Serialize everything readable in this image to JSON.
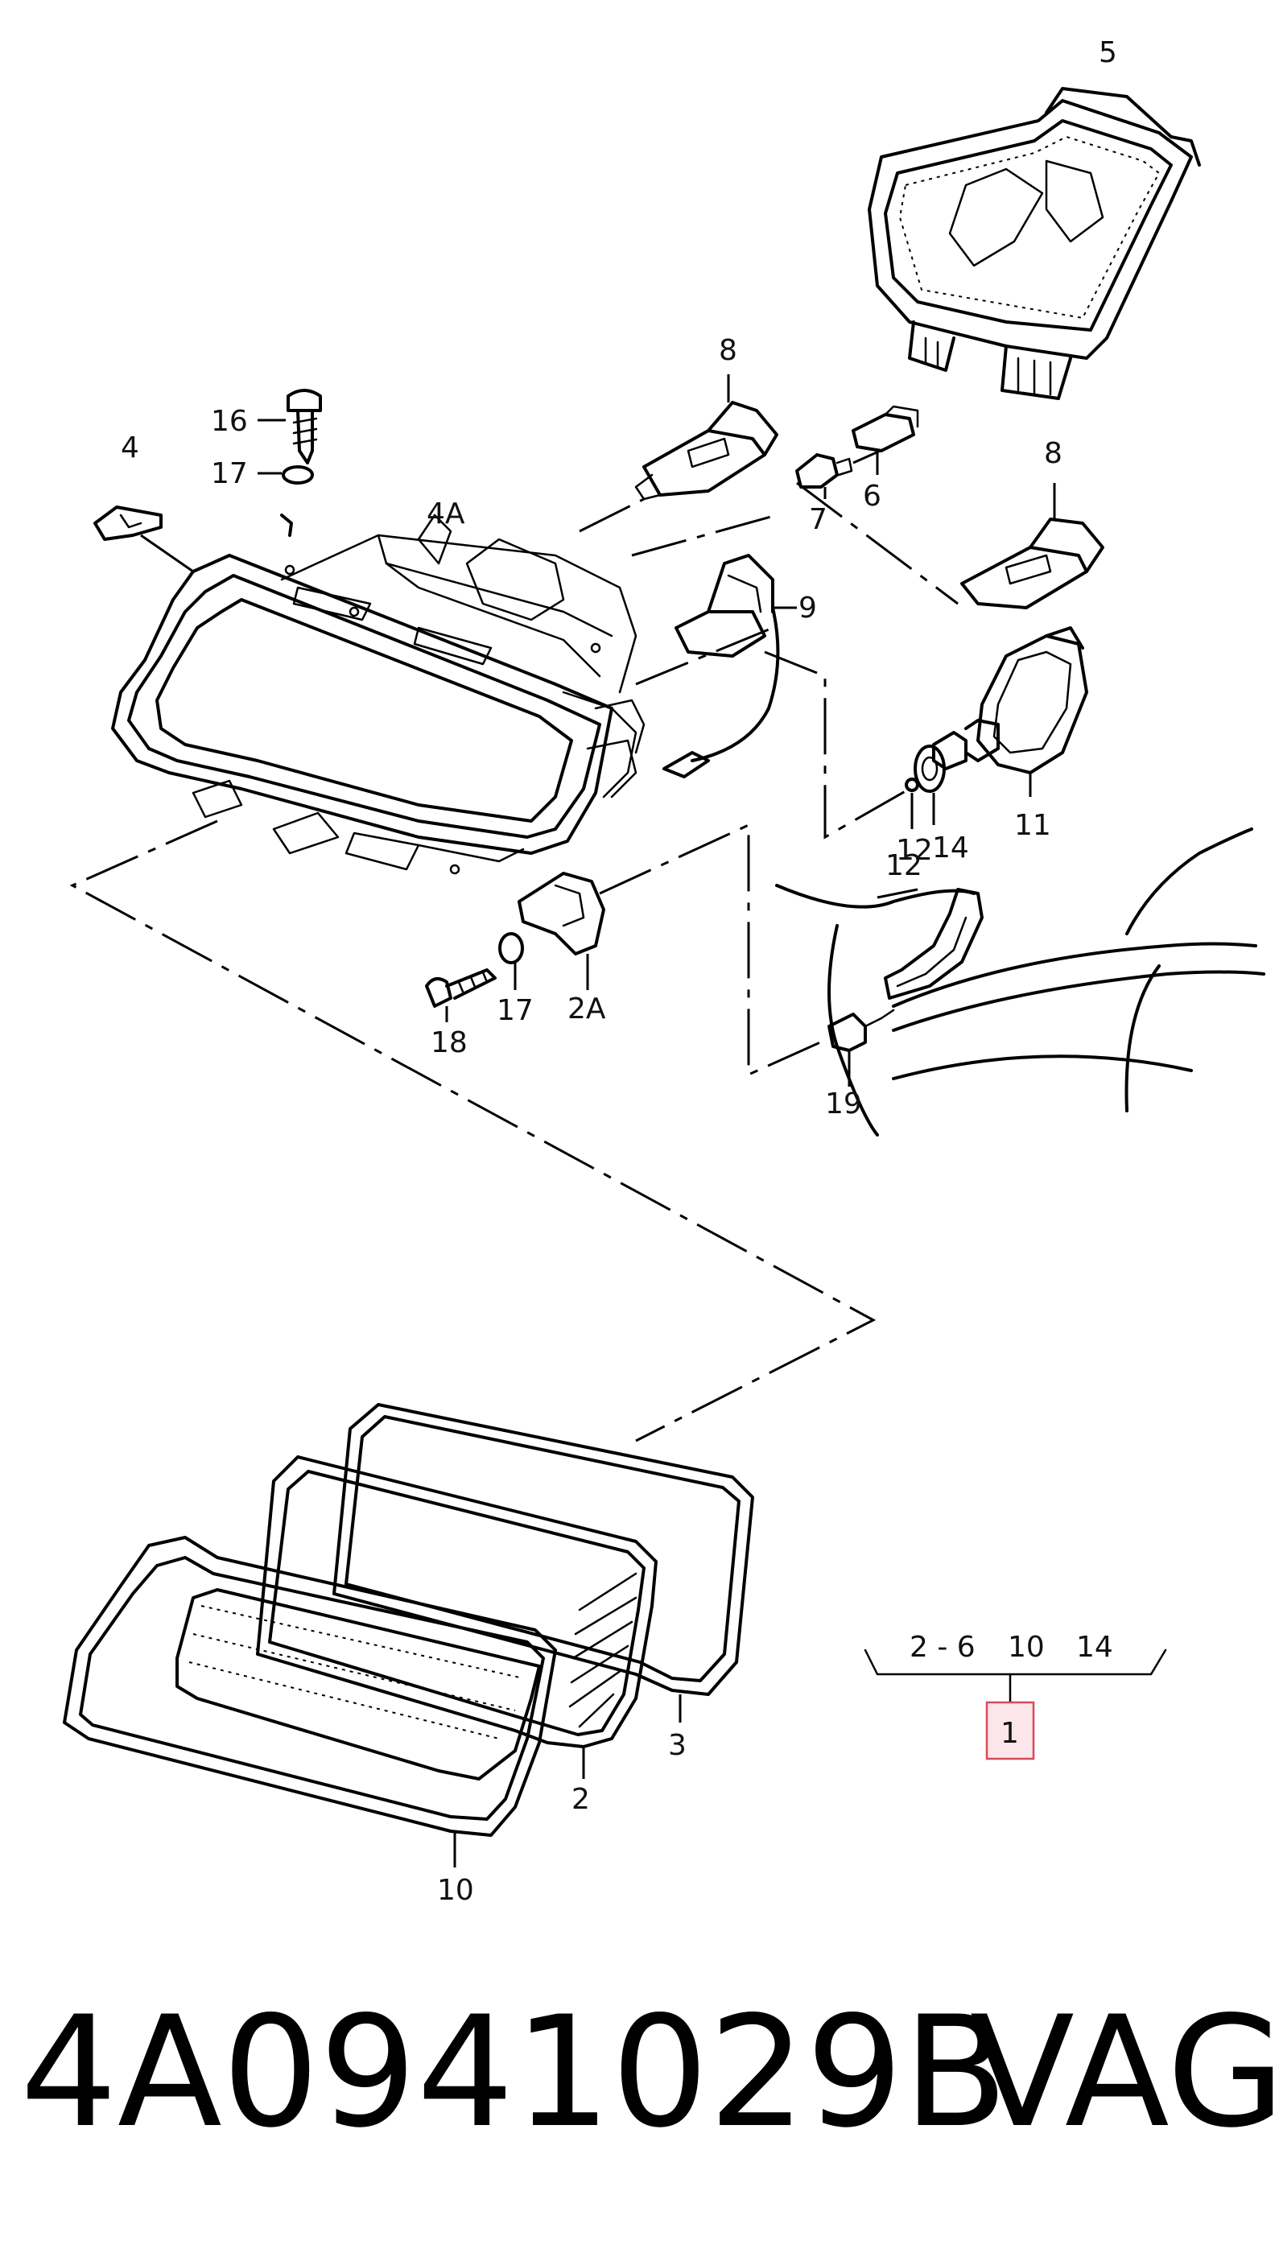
{
  "labels": {
    "l5": "5",
    "l8a": "8",
    "l8b": "8",
    "l16": "16",
    "l17a": "17",
    "l17b": "17",
    "l4": "4",
    "l4a": "4A",
    "l7": "7",
    "l6": "6",
    "l9": "9",
    "l12a": "12",
    "l12b": "12",
    "l14a": "14",
    "l11": "11",
    "l18": "18",
    "l2a": "2A",
    "l19": "19",
    "l3": "3",
    "l2": "2",
    "l10": "10"
  },
  "assembly": {
    "range_a": "2 - 6",
    "range_b": "10",
    "range_c": "14",
    "box": "1"
  },
  "footer": {
    "part_number": "4A0941029B",
    "brand": "VAG"
  }
}
